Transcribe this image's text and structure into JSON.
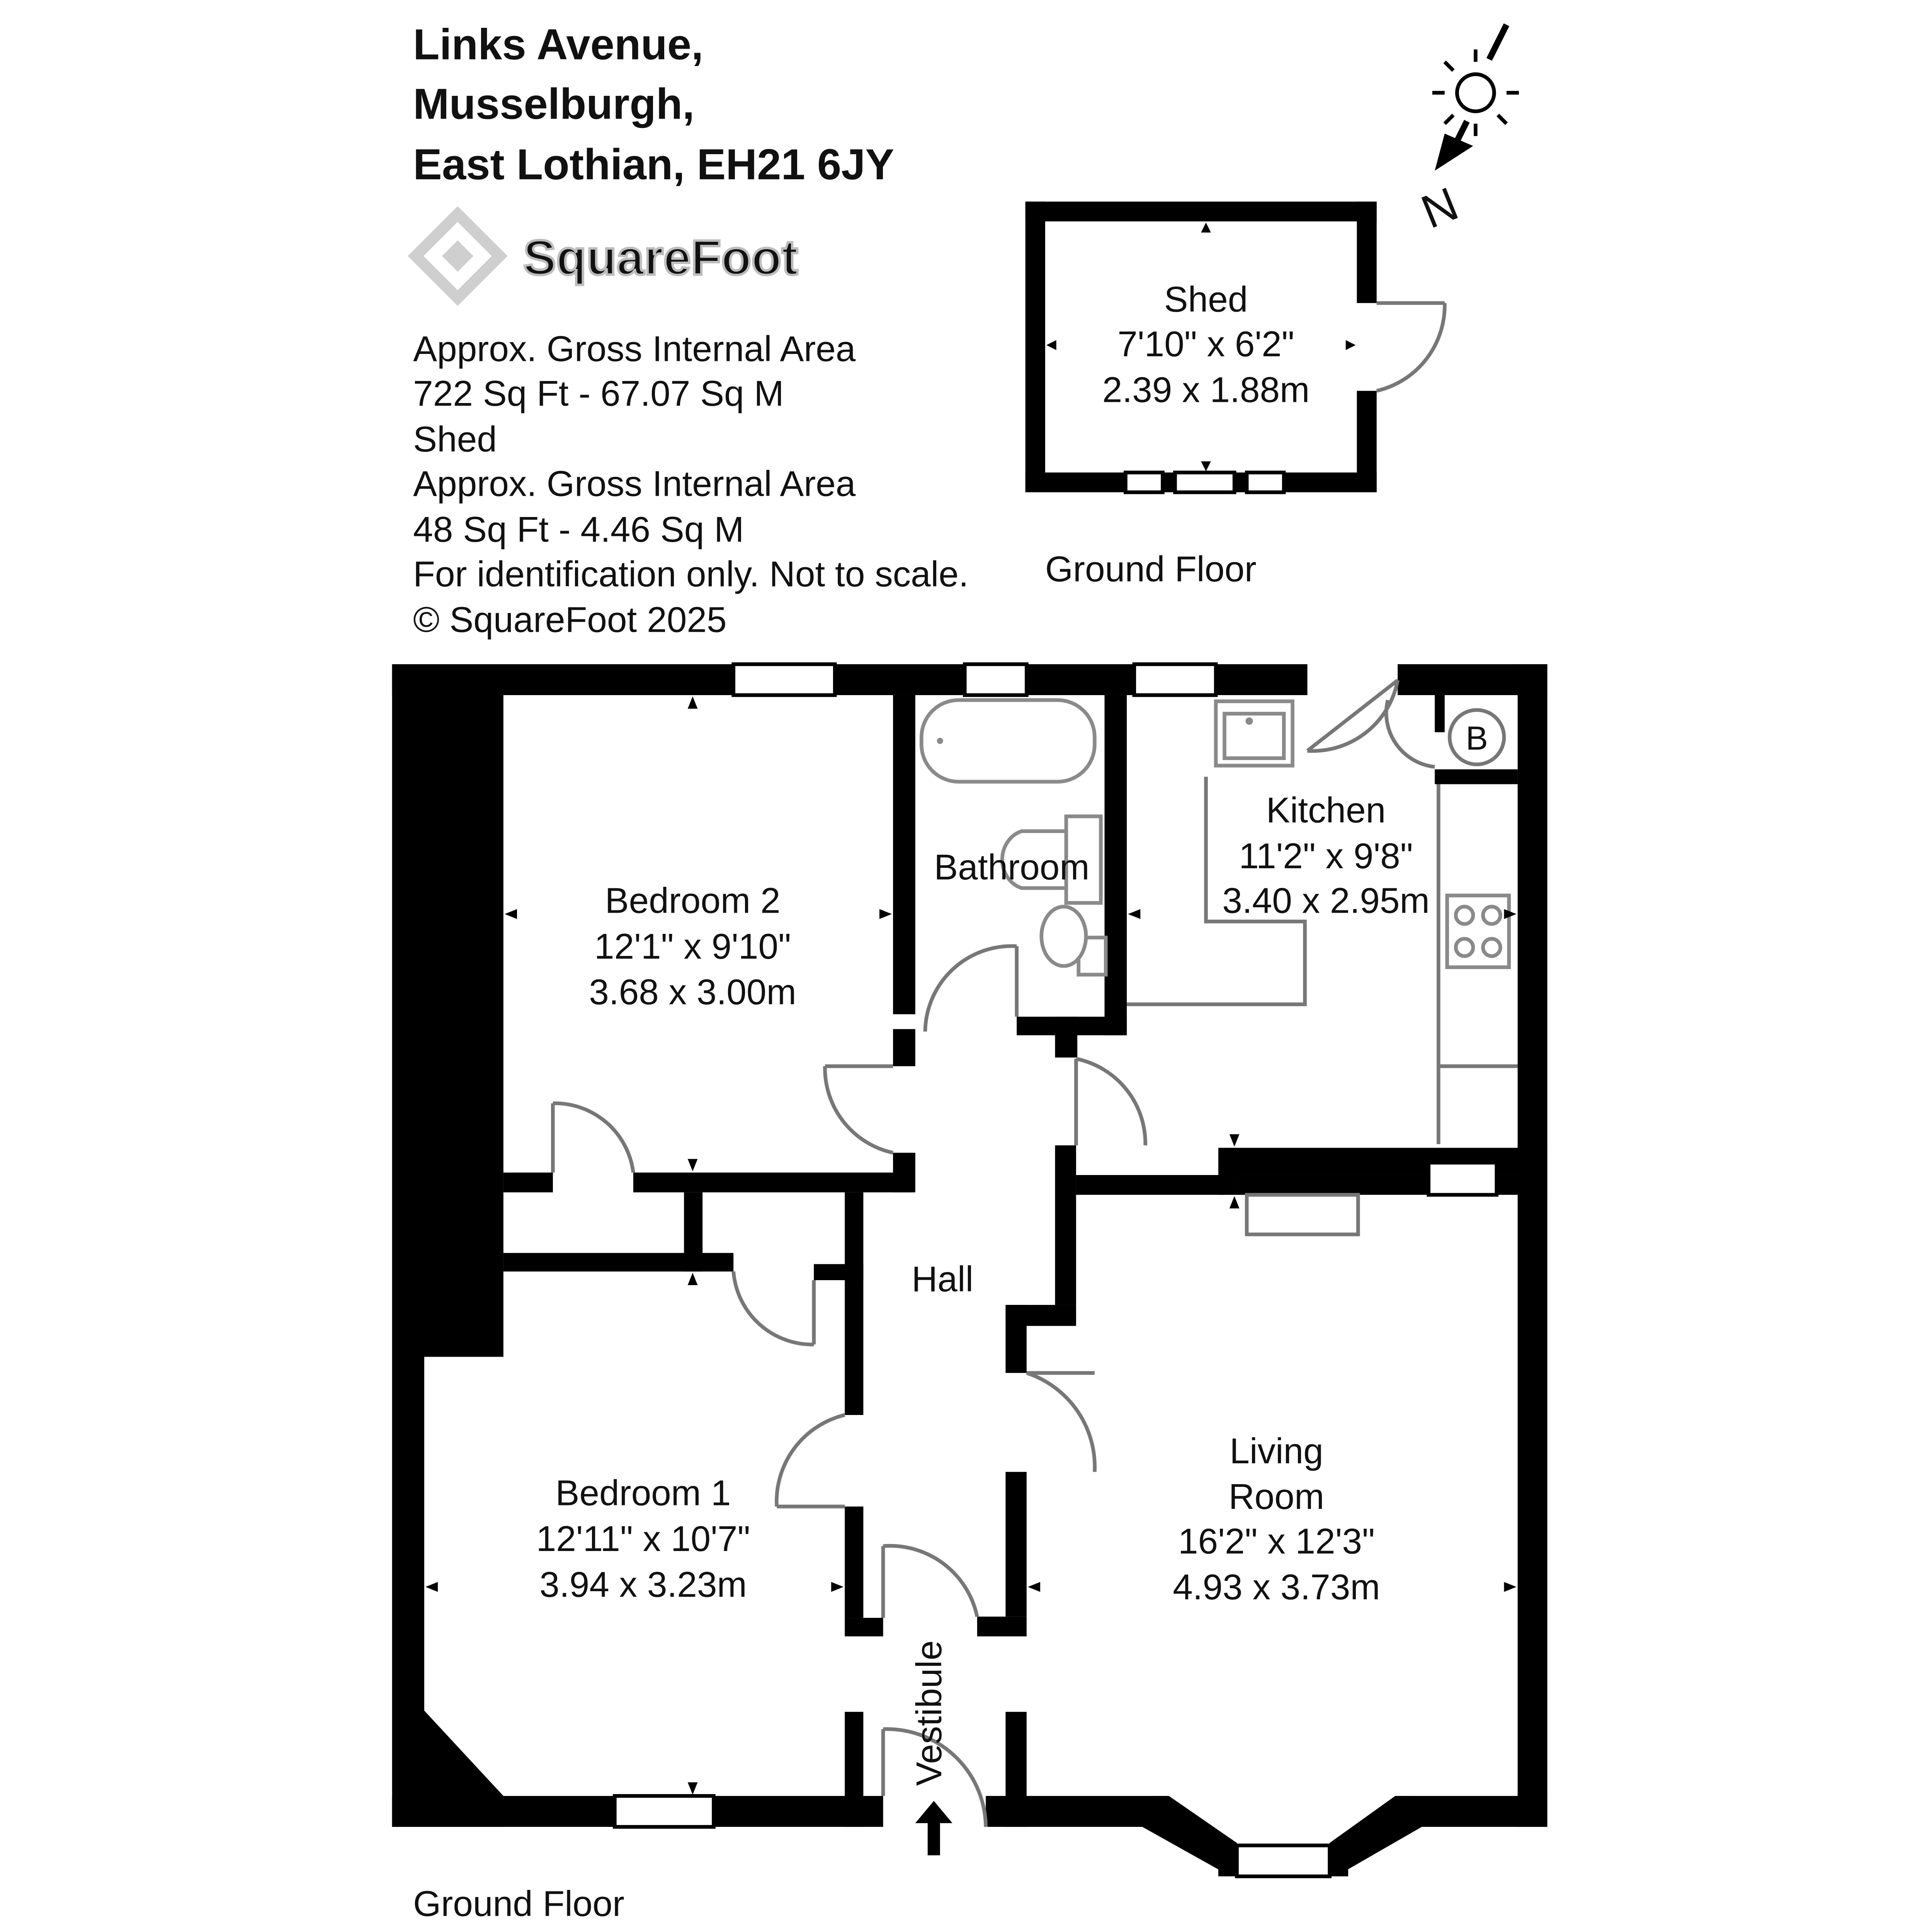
{
  "address": {
    "line1": "Links Avenue,",
    "line2": "Musselburgh,",
    "line3": "East Lothian, EH21 6JY"
  },
  "brand": {
    "name": "SquareFoot",
    "logo": "squarefoot-logo"
  },
  "info": {
    "line1": "Approx. Gross Internal Area",
    "line2": "722 Sq Ft  -  67.07 Sq M",
    "line3": "Shed",
    "line4": "Approx. Gross Internal Area",
    "line5": "48 Sq Ft  -  4.46 Sq M",
    "line6": "For identification only. Not to scale.",
    "line7": "© SquareFoot 2025"
  },
  "shed": {
    "name": "Shed",
    "imperial": "7'10\" x 6'2\"",
    "metric": "2.39 x 1.88m",
    "floor_label": "Ground Floor"
  },
  "compass": {
    "north": "N",
    "icon": "north-arrow-sun-icon"
  },
  "rooms": {
    "bedroom2": {
      "name": "Bedroom 2",
      "imperial": "12'1\" x 9'10\"",
      "metric": "3.68 x 3.00m"
    },
    "bathroom": {
      "name": "Bathroom"
    },
    "kitchen": {
      "name": "Kitchen",
      "imperial": "11'2\" x 9'8\"",
      "metric": "3.40 x 2.95m"
    },
    "boiler": {
      "label": "B"
    },
    "hall": {
      "name": "Hall"
    },
    "bedroom1": {
      "name": "Bedroom 1",
      "imperial": "12'11\" x 10'7\"",
      "metric": "3.94 x 3.23m"
    },
    "living": {
      "name1": "Living",
      "name2": "Room",
      "imperial": "16'2\" x 12'3\"",
      "metric": "4.93 x 3.73m"
    },
    "vestibule": {
      "name": "Vestibule"
    }
  },
  "floor_label": "Ground Floor"
}
